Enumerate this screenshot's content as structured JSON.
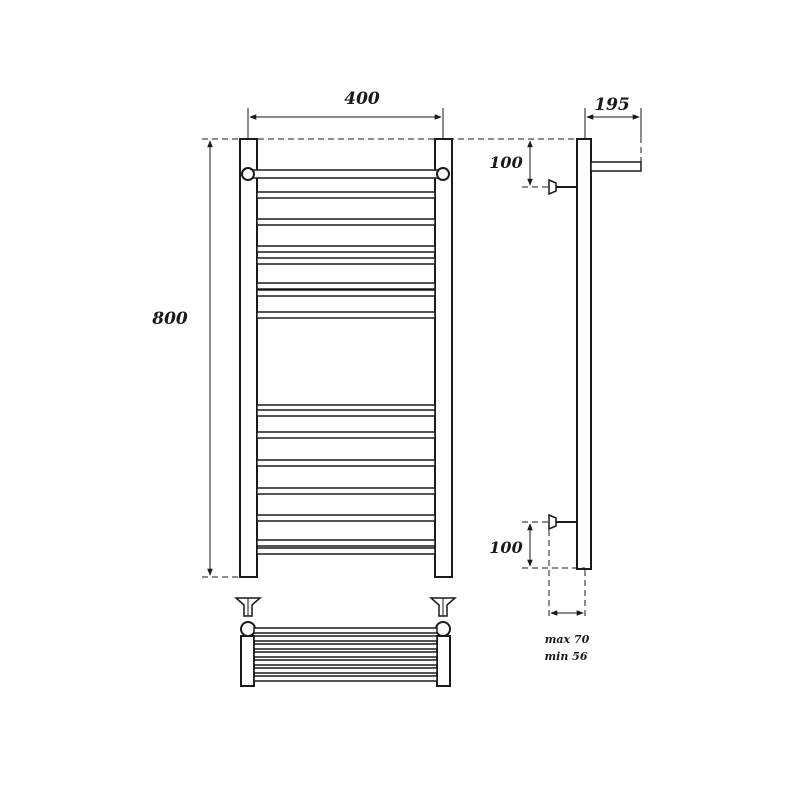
{
  "diagram": {
    "front_view": {
      "width_label": "400",
      "height_label": "800",
      "bar_count": 15
    },
    "side_view": {
      "depth_label": "195",
      "top_offset_label": "100",
      "bottom_offset_label": "100",
      "wall_gap_max": "max 70",
      "wall_gap_min": "min 56"
    }
  }
}
